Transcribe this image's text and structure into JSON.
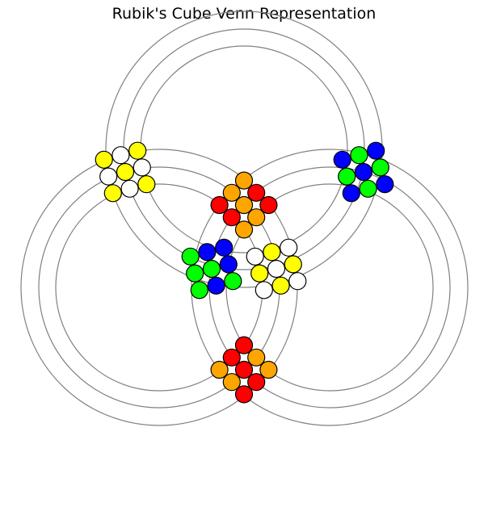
{
  "title": "Rubik's Cube Venn Representation",
  "colors": {
    "ring_stroke": "#808080",
    "sticker_stroke": "#000000",
    "sticker": {
      "yellow": "#ffff00",
      "white": "#ffffff",
      "orange": "#ffa500",
      "red": "#ff0000",
      "blue": "#0000ff",
      "green": "#00ff00"
    }
  },
  "rings": [
    "top",
    "left",
    "right"
  ],
  "clusters": [
    {
      "name": "top-left",
      "stickers": [
        "yellow",
        "white",
        "yellow",
        "white",
        "yellow",
        "white",
        "yellow",
        "white",
        "yellow"
      ]
    },
    {
      "name": "top-right",
      "stickers": [
        "blue",
        "green",
        "blue",
        "green",
        "blue",
        "green",
        "blue",
        "green",
        "blue"
      ]
    },
    {
      "name": "center-top",
      "stickers": [
        "orange",
        "red",
        "red",
        "orange",
        "orange",
        "orange",
        "red",
        "red",
        "orange"
      ]
    },
    {
      "name": "center-left",
      "stickers": [
        "green",
        "blue",
        "blue",
        "green",
        "green",
        "blue",
        "green",
        "blue",
        "green"
      ]
    },
    {
      "name": "center-right",
      "stickers": [
        "white",
        "yellow",
        "white",
        "yellow",
        "white",
        "yellow",
        "white",
        "yellow",
        "white"
      ]
    },
    {
      "name": "bottom",
      "stickers": [
        "red",
        "orange",
        "orange",
        "red",
        "red",
        "red",
        "orange",
        "orange",
        "red"
      ]
    }
  ]
}
